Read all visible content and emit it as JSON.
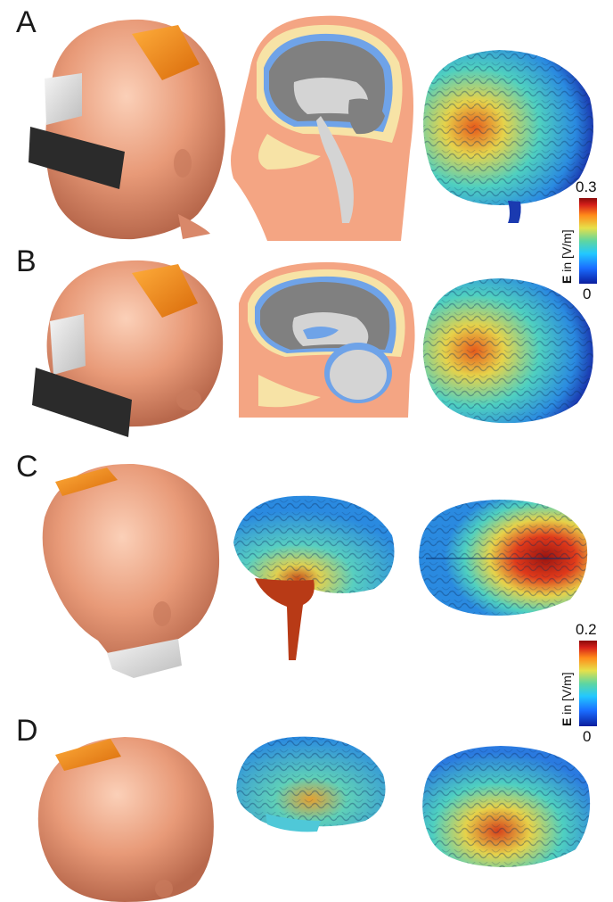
{
  "panels": [
    {
      "letter": "A"
    },
    {
      "letter": "B"
    },
    {
      "letter": "C"
    },
    {
      "letter": "D"
    }
  ],
  "colorbars": [
    {
      "max": "0.3",
      "min": "0",
      "label_bold": "E",
      "label_rest": " in [V/m]"
    },
    {
      "max": "0.2",
      "min": "0",
      "label_bold": "E",
      "label_rest": " in [V/m]"
    }
  ],
  "colors": {
    "skin": "#e89a78",
    "electrode": "#f08a1c",
    "reference_electrode": "#e6e6e6",
    "eye_bar": "#2b2b2b",
    "csf": "#6fa3e8",
    "scalp_tissue": "#f4a583",
    "skull": "#f7e3a6",
    "grey_matter": "#808080",
    "white_matter": "#d4d4d4"
  },
  "colormap": [
    "#0b1e9e",
    "#1a6cff",
    "#22c8ff",
    "#5fd6a0",
    "#e6e04a",
    "#ff8a1a",
    "#d6201a",
    "#8a0a0a"
  ]
}
